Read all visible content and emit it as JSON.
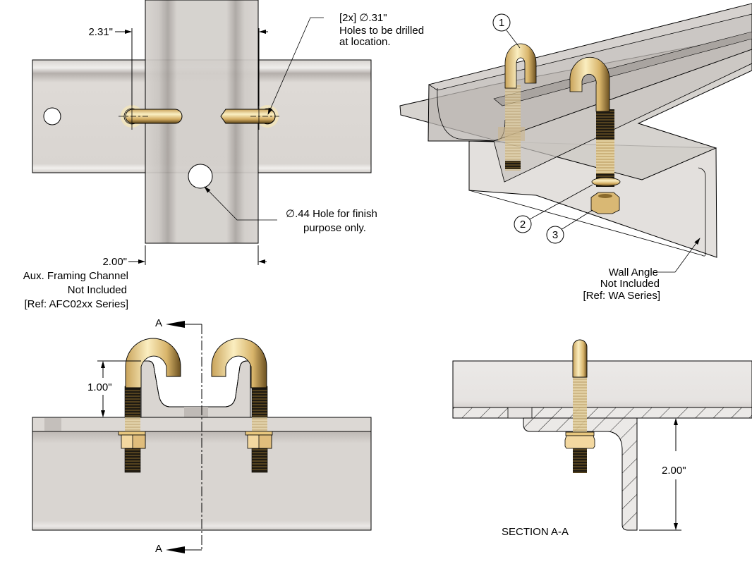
{
  "drawing": {
    "top_view": {
      "dim_hole_spacing": "2.31\"",
      "dim_channel_width": "2.00\"",
      "callout_holes": [
        "[2x] ∅.31\"",
        "Holes to be drilled",
        "at location."
      ],
      "callout_finish_hole": [
        "∅.44 Hole for finish",
        "purpose only."
      ],
      "aux_channel_note": [
        "Aux. Framing Channel",
        "Not Included",
        "[Ref: AFC02xx Series]"
      ]
    },
    "iso_view": {
      "balloons": [
        "1",
        "2",
        "3"
      ],
      "wall_angle_note": [
        "Wall Angle",
        "Not Included",
        "[Ref: WA Series]"
      ]
    },
    "front_view": {
      "dim_hook_height": "1.00\"",
      "section_marker": "A"
    },
    "section_view": {
      "title": "SECTION A-A",
      "dim_angle_height": "2.00\""
    }
  },
  "colors": {
    "steel": "#d9d5d1",
    "steel_dark": "#a9a4a0",
    "brass": "#e8c77e",
    "brass_dark": "#8a6a2c",
    "thread": "#1e1a12",
    "washer_halo": "#efe3bf"
  }
}
